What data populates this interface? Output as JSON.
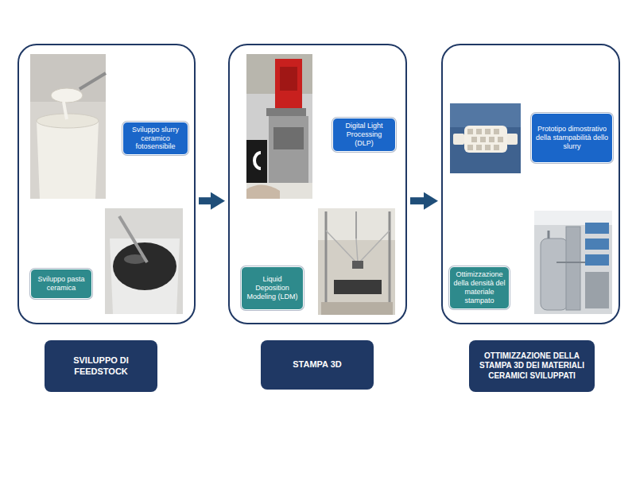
{
  "diagram": {
    "nodes": [
      {
        "text": [
          "SVILUPPO DI FEEDSTOCK"
        ]
      },
      {
        "text": [
          "Sviluppo slurry ceramico fotosensibile"
        ],
        "in": 0
      },
      {
        "text": [
          "Sviluppo pasta ceramica"
        ],
        "in": 0
      },
      {
        "text": [
          "STAMPA 3D"
        ]
      },
      {
        "text": [
          "Digital Light Processing (DLP)"
        ],
        "in": 3
      },
      {
        "text": [
          "Liquid Deposition Modeling (LDM)"
        ],
        "in": 3
      },
      {
        "text": [
          "OTTIMIZZAZIONE DELLA STAMPA 3D DEI MATERIALI CERAMICI SVILUPPATI"
        ]
      },
      {
        "text": [
          "Prototipo dimostrativo della stampabilità dello slurry"
        ],
        "in": 6
      },
      {
        "text": [
          "Ottimizzazione della densità del materiale stampato"
        ],
        "in": 6
      }
    ],
    "edges": [
      {
        "from": 0,
        "to": 3,
        "arrow": "to"
      },
      {
        "from": 3,
        "to": 6,
        "arrow": "to"
      }
    ]
  }
}
